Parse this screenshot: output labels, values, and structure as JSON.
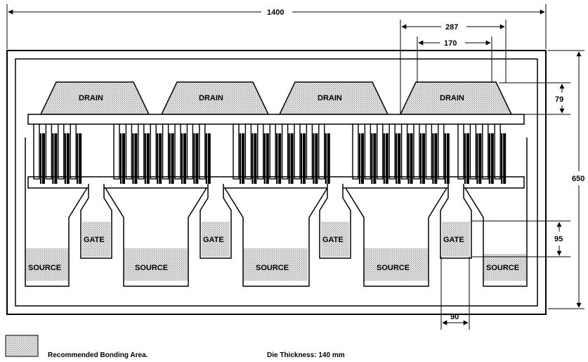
{
  "dimensions": {
    "die_width": "1400",
    "die_height": "650",
    "pitch_outer": "287",
    "pitch_inner": "170",
    "drain_pad_height": "79",
    "gate_pad_height": "95",
    "gate_pad_width": "90"
  },
  "pads": {
    "drain_label": "DRAIN",
    "gate_label": "GATE",
    "source_label": "SOURCE"
  },
  "legend": {
    "bonding_area": "Recommended Bonding Area.",
    "die_thickness": "Die Thickness:  140 mm"
  },
  "colors": {
    "stroke": "#000000",
    "pad_fill": "#c8c8c8"
  }
}
